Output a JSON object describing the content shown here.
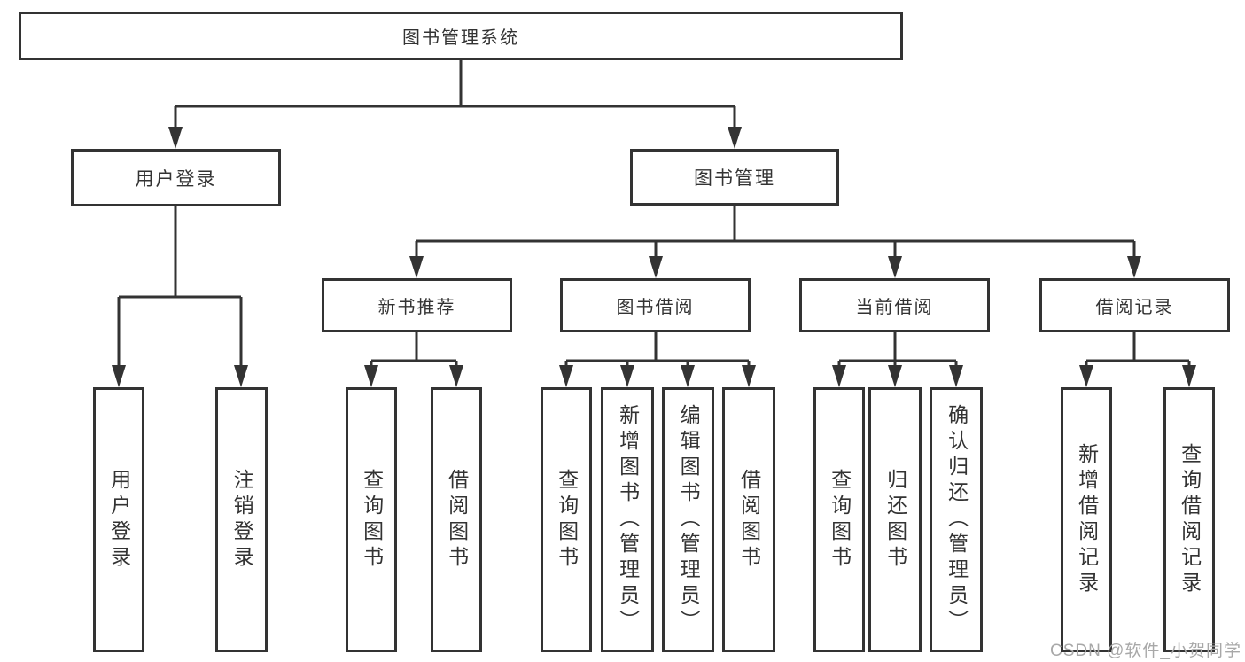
{
  "diagram": {
    "nodes": {
      "root": "图书管理系统",
      "user_login": "用户登录",
      "book_mgmt": "图书管理",
      "new_book": "新书推荐",
      "book_borrow": "图书借阅",
      "current_borrow": "当前借阅",
      "borrow_records": "借阅记录",
      "leaf_user_login": "用户登录",
      "leaf_logout": "注销登录",
      "leaf_nb_query": "查询图书",
      "leaf_nb_borrow": "借阅图书",
      "leaf_bw_query": "查询图书",
      "leaf_bw_add": "新增图书（管理员）",
      "leaf_bw_edit": "编辑图书（管理员）",
      "leaf_bw_borrow": "借阅图书",
      "leaf_cur_query": "查询图书",
      "leaf_cur_return": "归还图书",
      "leaf_cur_confirm": "确认归还（管理员）",
      "leaf_rec_add": "新增借阅记录",
      "leaf_rec_query": "查询借阅记录"
    },
    "hierarchy": {
      "图书管理系统": {
        "用户登录": [
          "用户登录",
          "注销登录"
        ],
        "图书管理": {
          "新书推荐": [
            "查询图书",
            "借阅图书"
          ],
          "图书借阅": [
            "查询图书",
            "新增图书（管理员）",
            "编辑图书（管理员）",
            "借阅图书"
          ],
          "当前借阅": [
            "查询图书",
            "归还图书",
            "确认归还（管理员）"
          ],
          "借阅记录": [
            "新增借阅记录",
            "查询借阅记录"
          ]
        }
      }
    },
    "colors": {
      "line": "#333333",
      "box_border": "#333333",
      "text": "#333333",
      "background": "#ffffff",
      "watermark": "#a8a8a8"
    }
  },
  "watermark": {
    "text": "CSDN @软件_小贺同学"
  }
}
